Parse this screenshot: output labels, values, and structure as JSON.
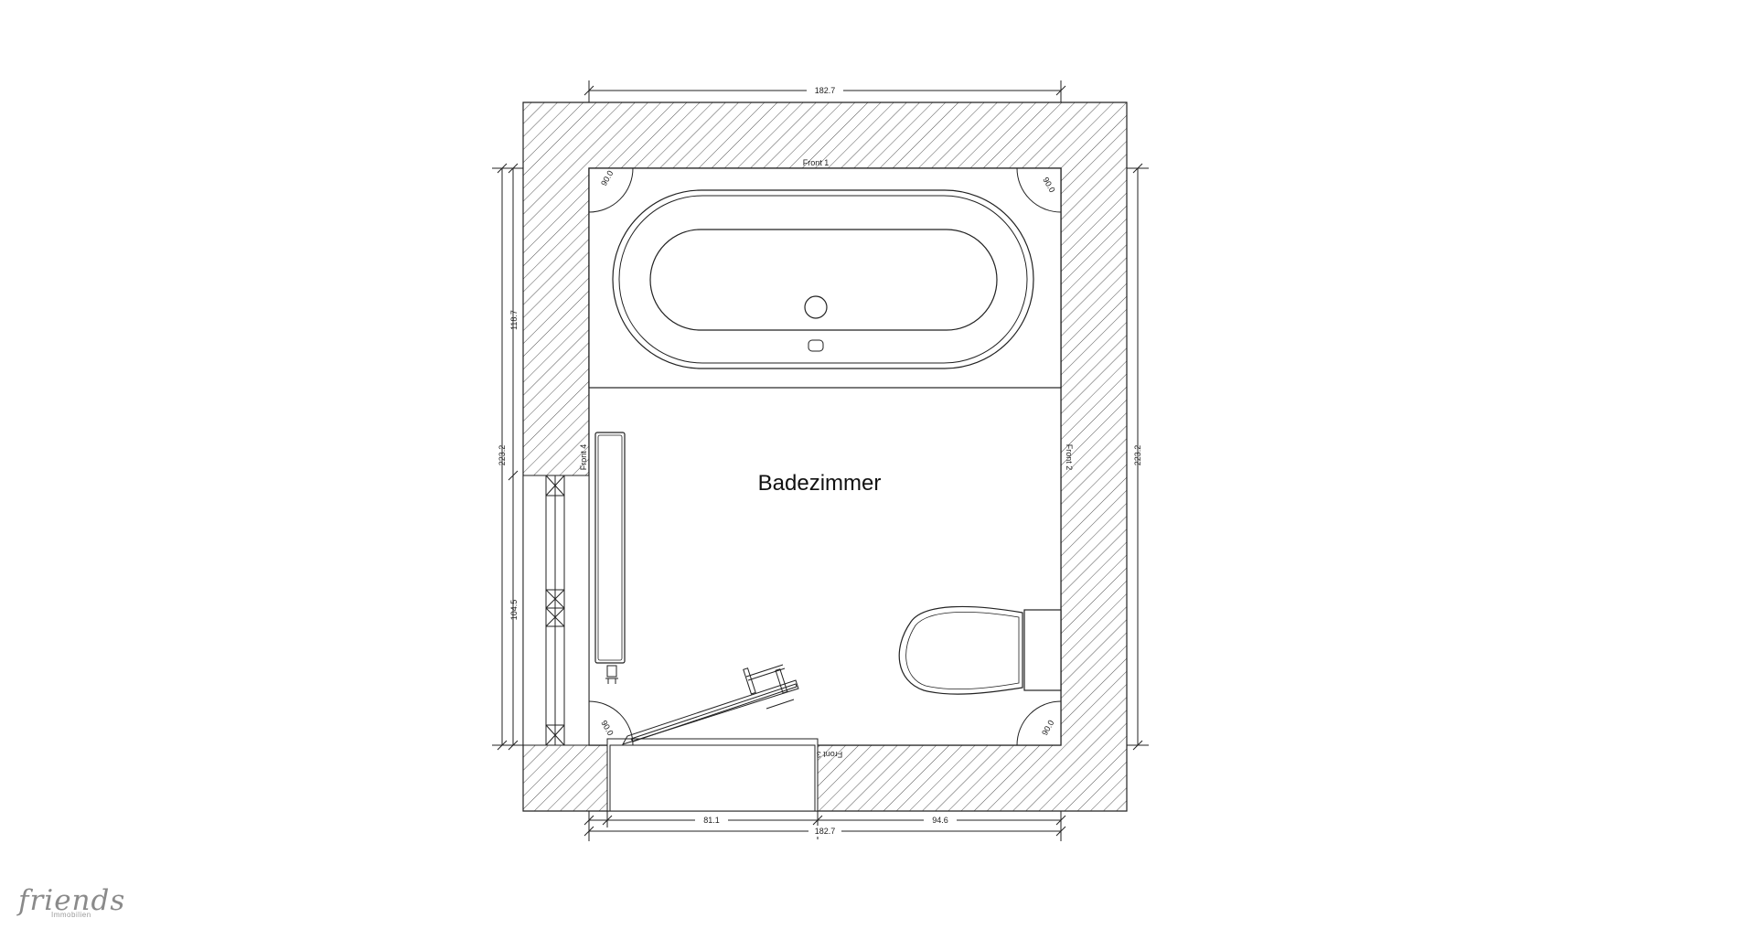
{
  "room": {
    "name": "Badezimmer"
  },
  "dimensions": {
    "top": "182.7",
    "bottom_total": "182.7",
    "bottom_left": "81.1",
    "bottom_right": "94.6",
    "left_total": "223.2",
    "left_upper": "118.7",
    "left_lower": "104.5",
    "right_total": "223.2"
  },
  "front_labels": {
    "top": "Front 1",
    "right": "Front 2",
    "left": "Front 4",
    "bottom": "Front 3"
  },
  "corner_angles": {
    "top_left": "90.0",
    "top_right": "90.0",
    "bottom_left": "90.0",
    "bottom_right": "90.0"
  },
  "logo": {
    "name": "friends",
    "sub": "Immobilien"
  }
}
